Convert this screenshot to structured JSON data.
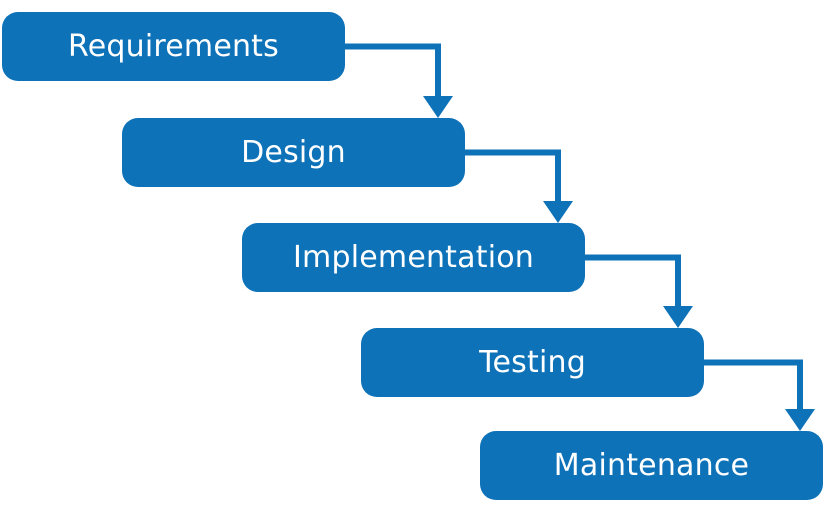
{
  "diagram": {
    "type": "waterfall-flow",
    "nodes": [
      {
        "label": "Requirements"
      },
      {
        "label": "Design"
      },
      {
        "label": "Implementation"
      },
      {
        "label": "Testing"
      },
      {
        "label": "Maintenance"
      }
    ],
    "connections": [
      {
        "from": "Requirements",
        "to": "Design"
      },
      {
        "from": "Design",
        "to": "Implementation"
      },
      {
        "from": "Implementation",
        "to": "Testing"
      },
      {
        "from": "Testing",
        "to": "Maintenance"
      }
    ]
  },
  "colors": {
    "node_fill": "#0e72b8",
    "node_text": "#ffffff",
    "arrow": "#0e72b8",
    "background": "#ffffff"
  }
}
